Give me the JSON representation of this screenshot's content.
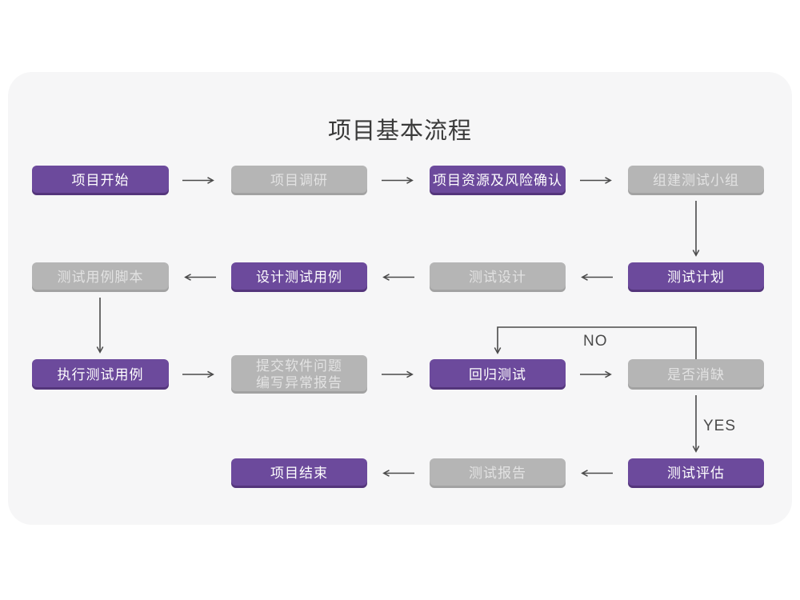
{
  "title": "项目基本流程",
  "colors": {
    "purple": "#6c4a9c",
    "purple_edge": "#59397f",
    "gray": "#b5b5b5",
    "gray_edge": "#a3a3a3",
    "card_bg": "#f6f6f7",
    "arrow": "#4a4a4a",
    "title_text": "#3a3a3a",
    "purple_node_text": "#ffffff",
    "gray_node_text": "#e2e2e2"
  },
  "nodes": [
    {
      "id": "project-start",
      "label": "项目开始",
      "style": "purple"
    },
    {
      "id": "project-research",
      "label": "项目调研",
      "style": "gray"
    },
    {
      "id": "resource-risk-confirm",
      "label": "项目资源及风险确认",
      "style": "purple"
    },
    {
      "id": "build-test-team",
      "label": "组建测试小组",
      "style": "gray"
    },
    {
      "id": "test-plan",
      "label": "测试计划",
      "style": "purple"
    },
    {
      "id": "test-design",
      "label": "测试设计",
      "style": "gray"
    },
    {
      "id": "design-test-cases",
      "label": "设计测试用例",
      "style": "purple"
    },
    {
      "id": "test-case-script",
      "label": "测试用例脚本",
      "style": "gray"
    },
    {
      "id": "execute-test-cases",
      "label": "执行测试用例",
      "style": "purple"
    },
    {
      "id": "submit-issue-report",
      "label": "提交软件问题\n编写异常报告",
      "style": "gray"
    },
    {
      "id": "regression-test",
      "label": "回归测试",
      "style": "purple"
    },
    {
      "id": "defect-cleared",
      "label": "是否消缺",
      "style": "gray"
    },
    {
      "id": "test-evaluation",
      "label": "测试评估",
      "style": "purple"
    },
    {
      "id": "test-report",
      "label": "测试报告",
      "style": "gray"
    },
    {
      "id": "project-end",
      "label": "项目结束",
      "style": "purple"
    }
  ],
  "edge_labels": {
    "no": "NO",
    "yes": "YES"
  },
  "edges": [
    {
      "from": "project-start",
      "to": "project-research",
      "label": ""
    },
    {
      "from": "project-research",
      "to": "resource-risk-confirm",
      "label": ""
    },
    {
      "from": "resource-risk-confirm",
      "to": "build-test-team",
      "label": ""
    },
    {
      "from": "build-test-team",
      "to": "test-plan",
      "label": ""
    },
    {
      "from": "test-plan",
      "to": "test-design",
      "label": ""
    },
    {
      "from": "test-design",
      "to": "design-test-cases",
      "label": ""
    },
    {
      "from": "design-test-cases",
      "to": "test-case-script",
      "label": ""
    },
    {
      "from": "test-case-script",
      "to": "execute-test-cases",
      "label": ""
    },
    {
      "from": "execute-test-cases",
      "to": "submit-issue-report",
      "label": ""
    },
    {
      "from": "submit-issue-report",
      "to": "regression-test",
      "label": ""
    },
    {
      "from": "regression-test",
      "to": "defect-cleared",
      "label": ""
    },
    {
      "from": "defect-cleared",
      "to": "regression-test",
      "label": "NO"
    },
    {
      "from": "defect-cleared",
      "to": "test-evaluation",
      "label": "YES"
    },
    {
      "from": "test-evaluation",
      "to": "test-report",
      "label": ""
    },
    {
      "from": "test-report",
      "to": "project-end",
      "label": ""
    }
  ]
}
